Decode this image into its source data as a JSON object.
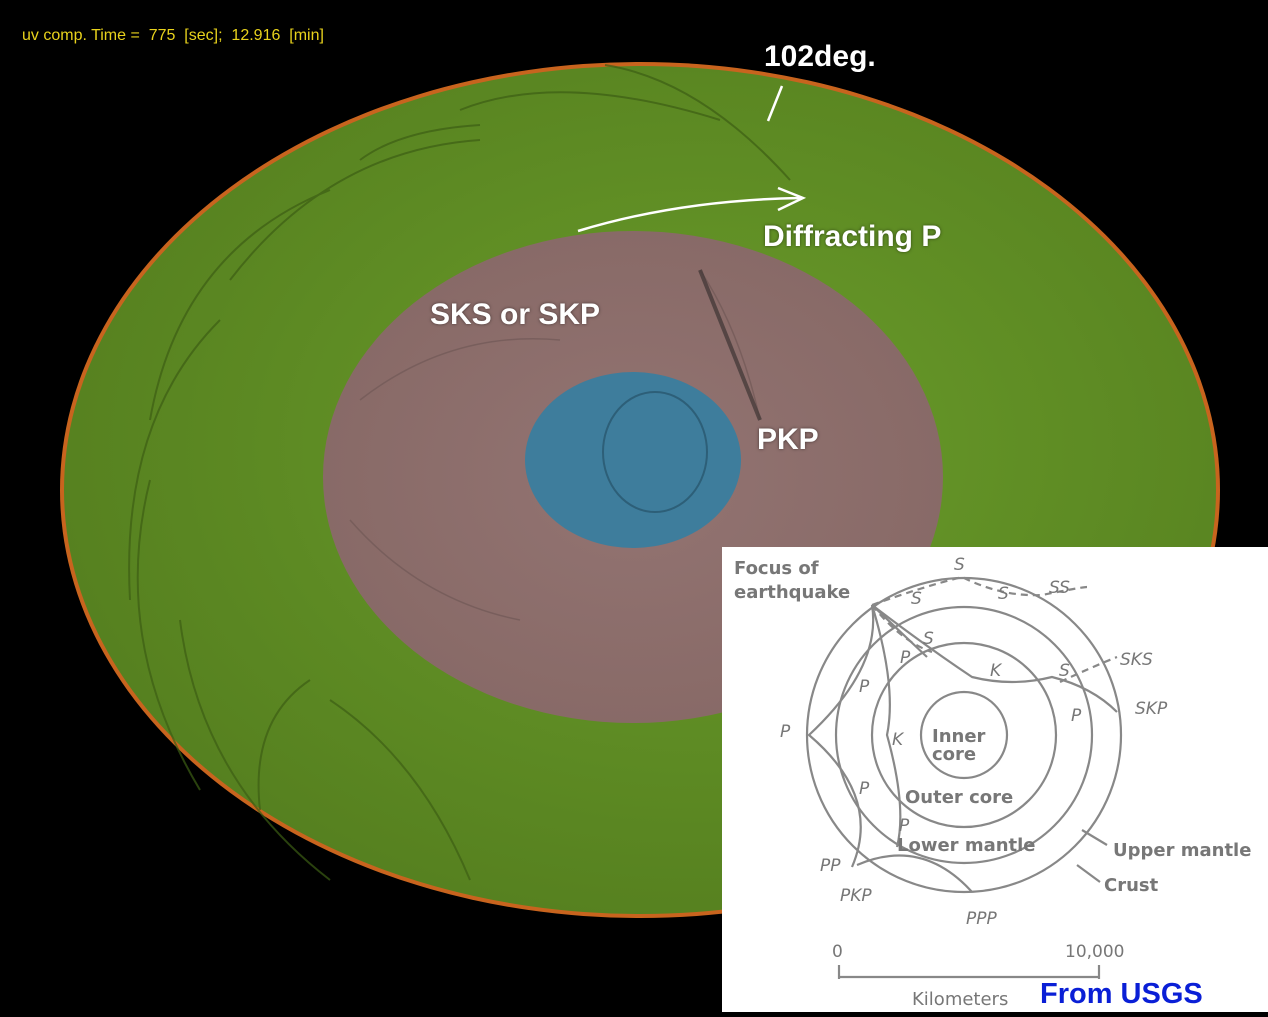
{
  "simulation": {
    "title": "uv comp. Time =  775  [sec];  12.916  [min]",
    "labels": {
      "diffraction_angle": "102deg.",
      "diffracting_p": "Diffracting P",
      "sks_skp": "SKS or SKP",
      "pkp": "PKP"
    },
    "colors": {
      "mantle": "#5f8f24",
      "outer_core": "#8c6e6c",
      "inner_core": "#3e7d9c",
      "background": "#000000",
      "crust_edge": "#c8641e",
      "title_text": "#e8d21c"
    }
  },
  "inset": {
    "labels": {
      "focus": [
        "Focus of",
        "earthquake"
      ],
      "inner_core": [
        "Inner",
        "core"
      ],
      "outer_core": "Outer core",
      "lower_mantle": "Lower mantle",
      "upper_mantle": "Upper mantle",
      "crust": "Crust"
    },
    "phase_labels": [
      "S",
      "S",
      "S",
      "SS",
      "S",
      "SKS",
      "K",
      "S",
      "P",
      "P",
      "SKP",
      "P",
      "K",
      "P",
      "P",
      "P",
      "PP",
      "PKP",
      "PPP"
    ],
    "scale": {
      "start": "0",
      "end": "10,000",
      "unit": "Kilometers"
    },
    "credit": "From USGS",
    "colors": {
      "line": "#888888",
      "text": "#777777",
      "credit": "#0a1fd6"
    }
  }
}
